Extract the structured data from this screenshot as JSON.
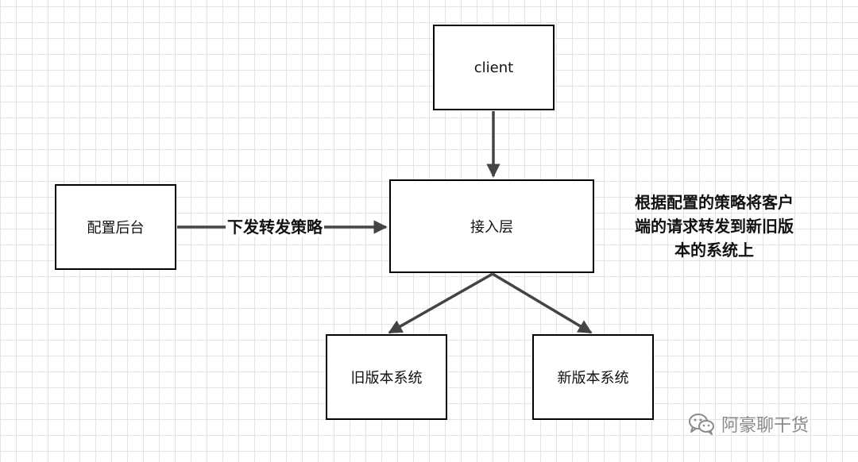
{
  "nodes": {
    "client": "client",
    "config_backend": "配置后台",
    "access_layer": "接入层",
    "old_system": "旧版本系统",
    "new_system": "新版本系统"
  },
  "edges": {
    "config_to_access_label": "下发转发策略"
  },
  "annotation": {
    "lines": [
      "根据配置的策略将客户",
      "端的请求转发到新旧版",
      "本的系统上"
    ]
  },
  "watermark": {
    "text": "阿豪聊干货",
    "icon": "wechat-icon"
  },
  "colors": {
    "stroke": "#000000",
    "arrow": "#444444",
    "grid": "#e4e4e4",
    "watermark": "#8a8a8a"
  }
}
